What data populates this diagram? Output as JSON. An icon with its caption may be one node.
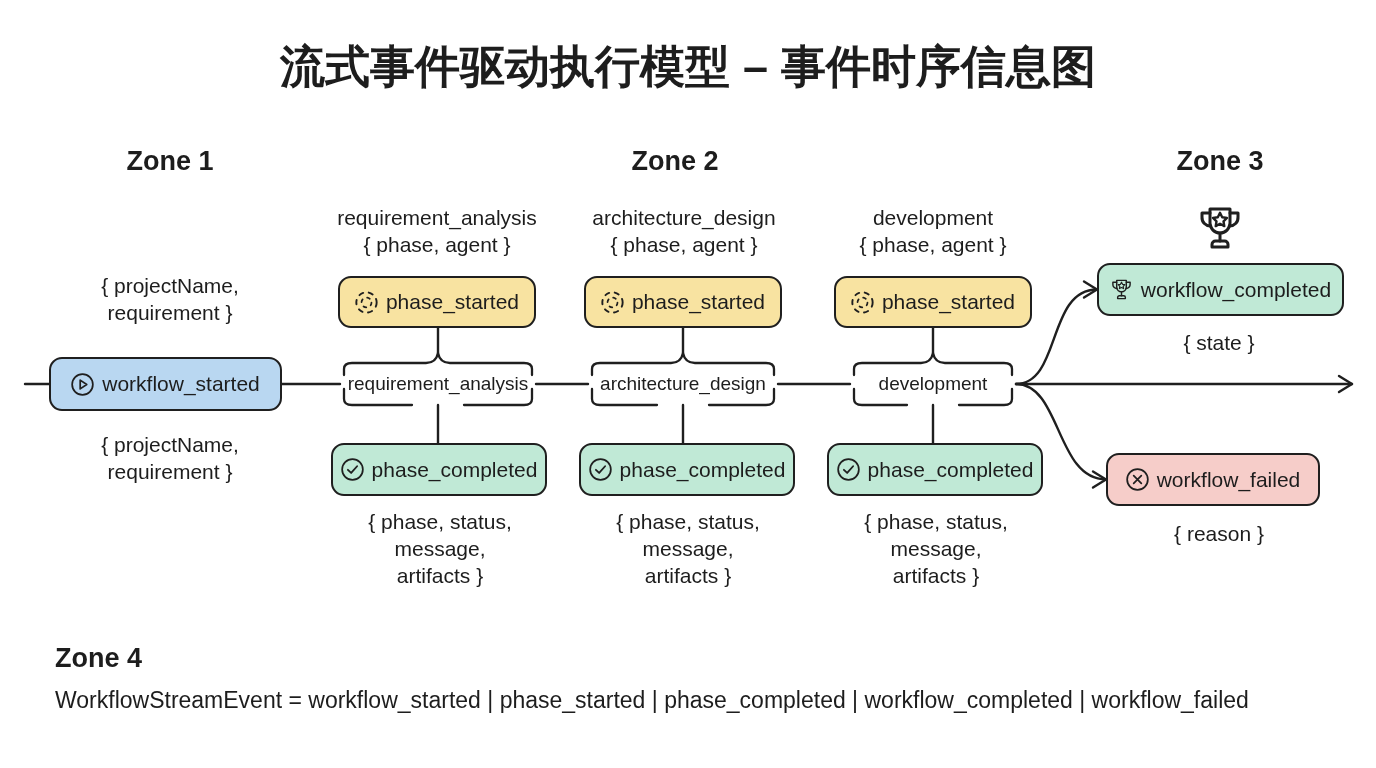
{
  "diagram": {
    "title": "流式事件驱动执行模型 – 事件时序信息图",
    "nodes": [
      {
        "text": [
          "workflow_started"
        ],
        "beside": [
          "{ projectName, requirement }",
          "{ projectName, requirement }"
        ]
      },
      {
        "text": [
          "requirement_analysis"
        ]
      },
      {
        "text": [
          "phase_started"
        ],
        "beside": [
          "requirement_analysis",
          "{ phase, agent }"
        ]
      },
      {
        "text": [
          "phase_completed"
        ],
        "beside": [
          "{ phase, status, message, artifacts }"
        ]
      },
      {
        "text": [
          "architecture_design"
        ]
      },
      {
        "text": [
          "phase_started"
        ],
        "beside": [
          "architecture_design",
          "{ phase, agent }"
        ]
      },
      {
        "text": [
          "phase_completed"
        ],
        "beside": [
          "{ phase, status, message, artifacts }"
        ]
      },
      {
        "text": [
          "development"
        ]
      },
      {
        "text": [
          "phase_started"
        ],
        "beside": [
          "development",
          "{ phase, agent }"
        ]
      },
      {
        "text": [
          "phase_completed"
        ],
        "beside": [
          "{ phase, status, message, artifacts }"
        ]
      },
      {
        "text": [
          "workflow_completed"
        ],
        "beside": [
          "{ state }"
        ]
      },
      {
        "text": [
          "workflow_failed"
        ],
        "beside": [
          "{ reason }"
        ]
      }
    ],
    "edges": [
      {
        "from": null,
        "to": 0,
        "arrow": "none"
      },
      {
        "from": 0,
        "to": 1,
        "arrow": "none"
      },
      {
        "from": 1,
        "to": 2,
        "arrow": "none"
      },
      {
        "from": 1,
        "to": 3,
        "arrow": "none"
      },
      {
        "from": 1,
        "to": 4,
        "arrow": "none"
      },
      {
        "from": 4,
        "to": 5,
        "arrow": "none"
      },
      {
        "from": 4,
        "to": 6,
        "arrow": "none"
      },
      {
        "from": 4,
        "to": 7,
        "arrow": "none"
      },
      {
        "from": 7,
        "to": 8,
        "arrow": "none"
      },
      {
        "from": 7,
        "to": 9,
        "arrow": "none"
      },
      {
        "from": 7,
        "to": 10,
        "arrow": "to"
      },
      {
        "from": 7,
        "to": 11,
        "arrow": "to"
      },
      {
        "from": 7,
        "to": null,
        "arrow": "to"
      }
    ],
    "labels": [
      "Zone 1",
      "Zone 2",
      "Zone 3",
      "Zone 4",
      "WorkflowStreamEvent = workflow_started | phase_started | phase_completed | workflow_completed | workflow_failed"
    ]
  }
}
